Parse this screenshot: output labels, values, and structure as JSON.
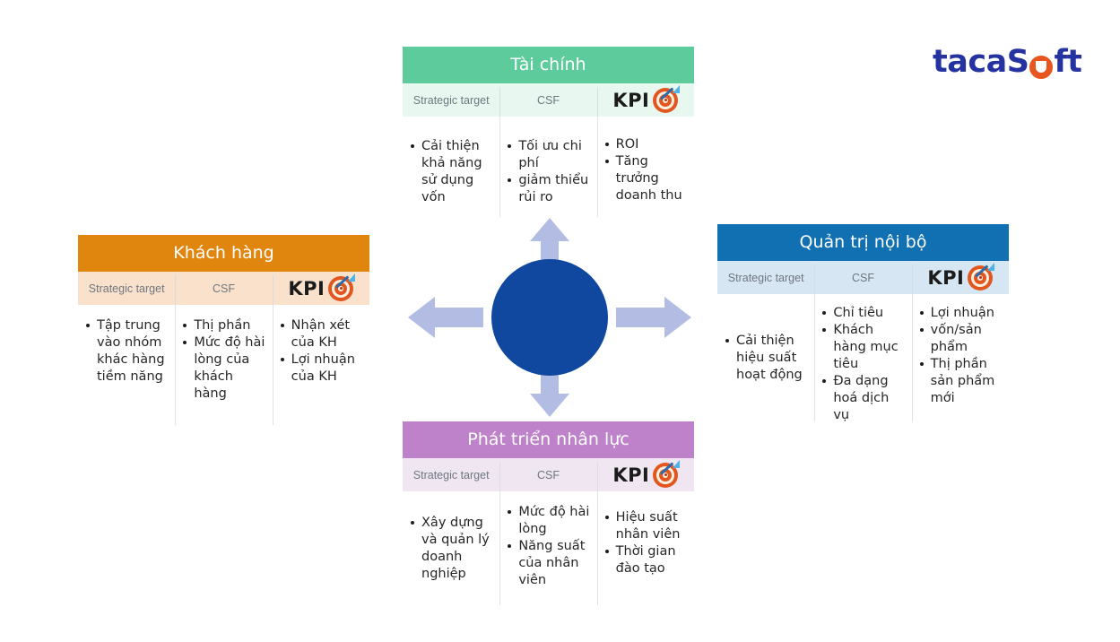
{
  "logo": {
    "part1": "taca",
    "part2": "S",
    "icon": "orange-ring-o",
    "part3": "ft"
  },
  "columns": {
    "strategic_target": "Strategic target",
    "csf": "CSF",
    "kpi": "KPI",
    "kpi_icon": "target-dartboard-icon"
  },
  "center": {
    "circle_color": "#10489f",
    "arrow_color": "#b3bde3",
    "shape": "circle-with-four-arrows"
  },
  "panels": {
    "finance": {
      "title": "Tài chính",
      "header_color": "#5ecb9c",
      "subheader_color": "#e8f7ef",
      "strategic_target": [
        "Cải thiện khả năng sử dụng vốn"
      ],
      "csf": [
        "Tối ưu chi phí",
        "giảm thiểu rủi ro"
      ],
      "kpi": [
        "ROI",
        "Tăng trưởng doanh thu"
      ]
    },
    "customer": {
      "title": "Khách hàng",
      "header_color": "#e0860f",
      "subheader_color": "#fae1cc",
      "strategic_target": [
        "Tập trung vào nhóm khác hàng tiềm năng"
      ],
      "csf": [
        "Thị phần",
        "Mức độ hài lòng của khách hàng"
      ],
      "kpi": [
        "Nhận xét của KH",
        "Lợi nhuận của KH"
      ]
    },
    "internal": {
      "title": "Quản trị nội bộ",
      "header_color": "#1070b2",
      "subheader_color": "#d6e6f3",
      "strategic_target": [
        "Cải thiện hiệu suất hoạt động"
      ],
      "csf": [
        "Chỉ tiêu",
        "Khách hàng mục tiêu",
        "Đa dạng hoá dịch vụ"
      ],
      "kpi": [
        "Lợi nhuận",
        "vốn/sản phẩm",
        "Thị phần sản phẩm mới"
      ]
    },
    "people": {
      "title": "Phát triển nhân lực",
      "header_color": "#bd82c9",
      "subheader_color": "#efe6f1",
      "strategic_target": [
        "Xây dựng và quản lý doanh nghiệp"
      ],
      "csf": [
        "Mức độ hài lòng",
        "Năng suất của nhân viên"
      ],
      "kpi": [
        "Hiệu suất nhân viên",
        "Thời gian đào tạo"
      ]
    }
  }
}
